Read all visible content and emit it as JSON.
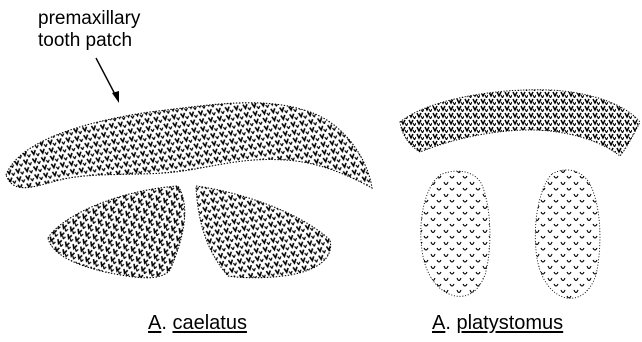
{
  "callout": {
    "line1": "premaxillary",
    "line2": "tooth patch"
  },
  "species": [
    {
      "genus": "A",
      "dot": ".",
      "epithet": "caelatus"
    },
    {
      "genus": "A",
      "dot": ".",
      "epithet": "platystomus"
    }
  ],
  "colors": {
    "ink": "#000000",
    "background": "#ffffff"
  }
}
